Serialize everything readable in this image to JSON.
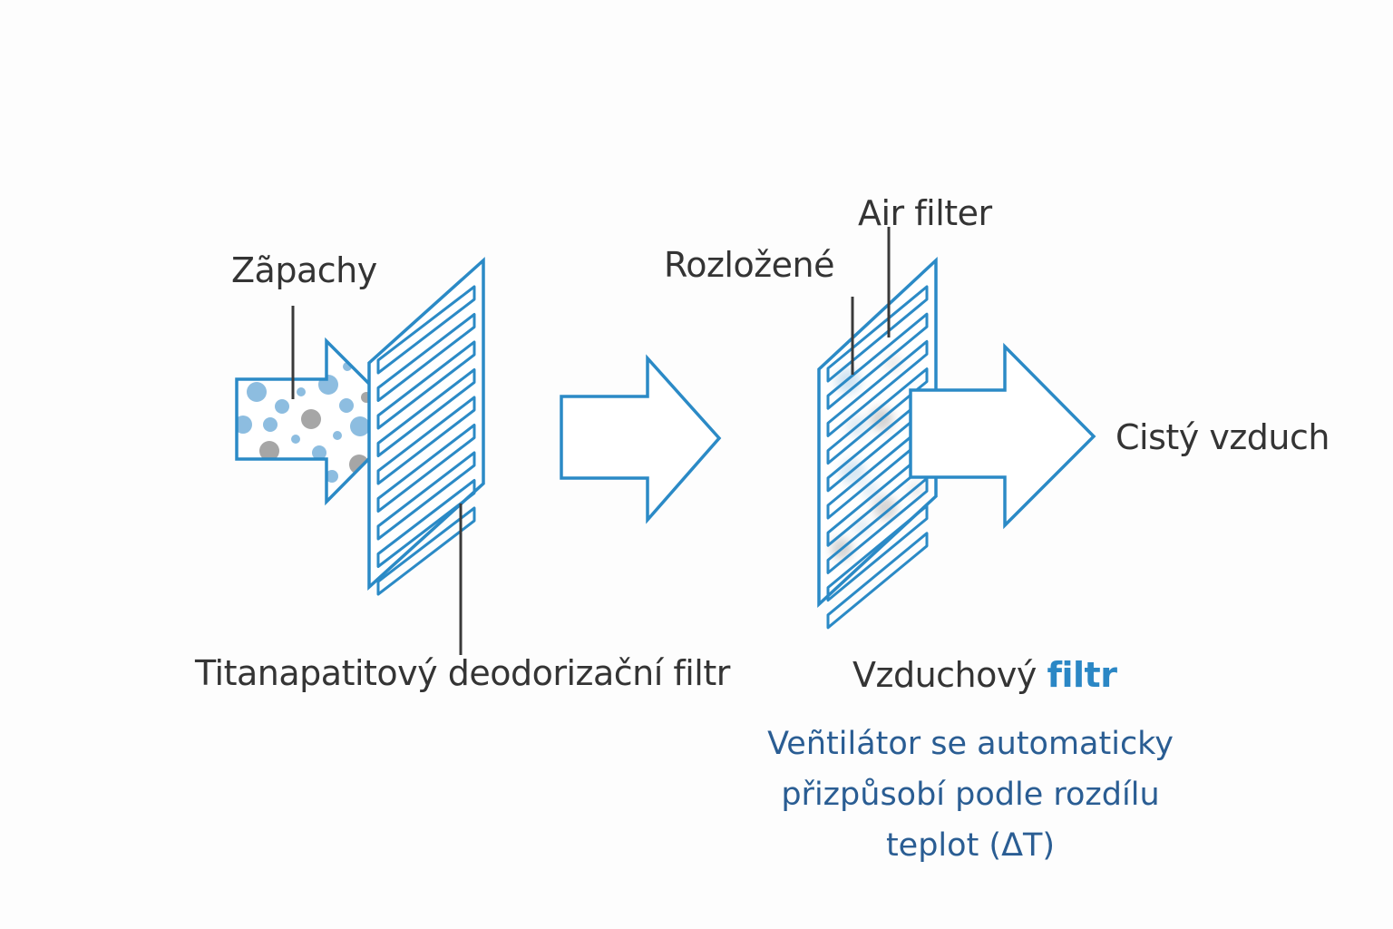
{
  "colors": {
    "outline": "#2b8ac6",
    "particle_blue": "#8dbde0",
    "particle_gray": "#a6a6a6",
    "leader_line": "#3a3a3a",
    "text": "#343434",
    "caption_blue": "#2a5d93",
    "accent_blue": "#2b87c5"
  },
  "labels": {
    "odors": "Zãpachy",
    "decomposed": "Rozložené",
    "air_filter": "Air filter",
    "clean_air": "Cistý vzduch",
    "deodorizing_filter": "Titanapatitový deodorizační filtr",
    "air_filter_caption_prefix": "Vzduchový",
    "air_filter_caption_accent": "filtr"
  },
  "caption": {
    "lines": [
      "Veñtilátor se automaticky",
      "přizpůsobí podle rozdílu",
      "teplot (ΔT)"
    ]
  }
}
